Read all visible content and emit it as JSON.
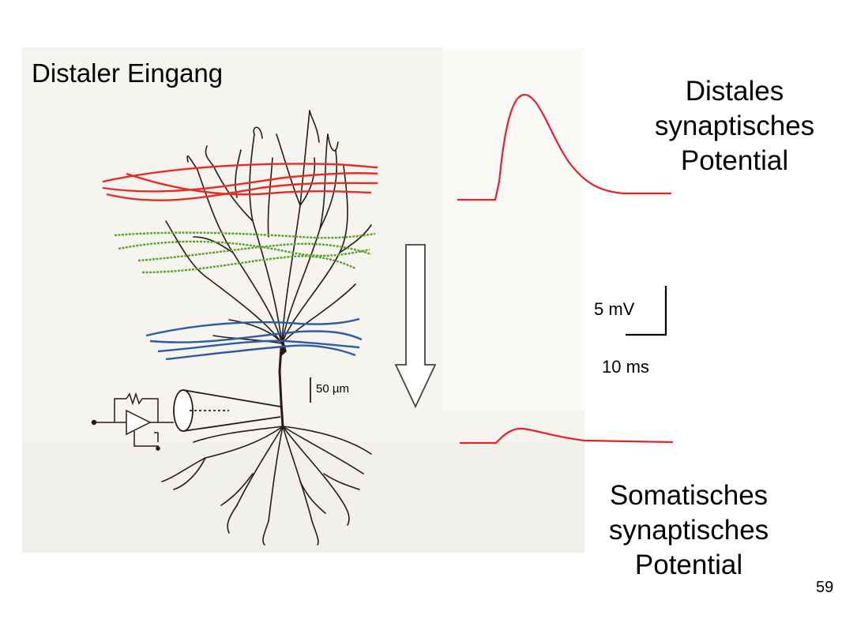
{
  "slide": {
    "title": "Distaler Eingang",
    "page_number": "59"
  },
  "labels": {
    "distal": [
      "Distales",
      "synaptisches",
      "Potential"
    ],
    "somatic": [
      "Somatisches",
      "synaptisches",
      "Potential"
    ]
  },
  "scale_bars": {
    "voltage": "5 mV",
    "time": "10 ms",
    "length": "50 µm"
  },
  "colors": {
    "trace": "#e8202a",
    "input_red": "#e82b25",
    "input_green": "#5aa02c",
    "input_blue": "#2e5aa8",
    "neuron": "#2a1a14",
    "photo_bg": "#f6f4ee"
  }
}
